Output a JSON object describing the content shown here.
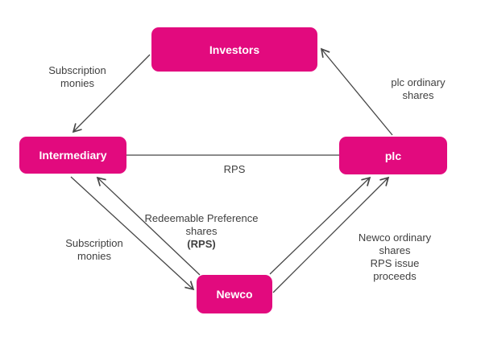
{
  "colors": {
    "node_fill": "#e20a7e",
    "node_text": "#ffffff",
    "line": "#464646",
    "label_text": "#3f3f3f",
    "background": "#ffffff"
  },
  "nodes": {
    "investors": {
      "label": "Investors"
    },
    "intermediary": {
      "label": "Intermediary"
    },
    "plc": {
      "label": "plc"
    },
    "newco": {
      "label": "Newco"
    }
  },
  "labels": {
    "subscription_top": "Subscription\nmonies",
    "plc_ordinary_shares": "plc ordinary shares",
    "rps": "RPS",
    "redeemable_main": "Redeemable Preference\nshares",
    "redeemable_bold": "(RPS)",
    "subscription_bottom": "Subscription\nmonies",
    "newco_shares": "Newco ordinary\nshares\nRPS issue proceeds"
  }
}
